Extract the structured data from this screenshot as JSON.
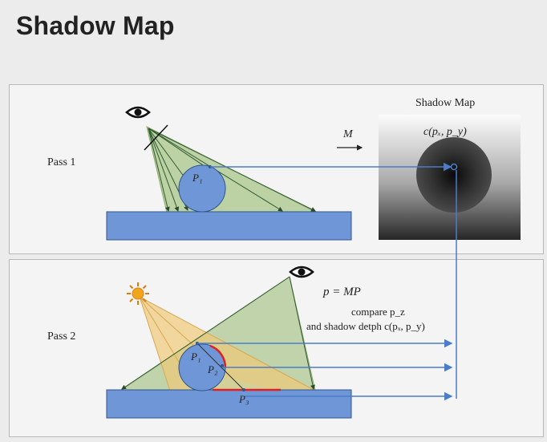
{
  "title": "Shadow Map",
  "pass1": {
    "label": "Pass 1",
    "point_label": "P₁",
    "arrow_label": "M"
  },
  "shadow_map": {
    "heading": "Shadow Map",
    "lookup_label": "c(pₓ, p_y)"
  },
  "pass2": {
    "label": "Pass 2",
    "equation": "p = MP",
    "compare_line1": "compare p_z",
    "compare_line2": "and shadow detph c(pₓ, p_y)",
    "points": [
      "P₁",
      "P₂",
      "P₃"
    ]
  },
  "colors": {
    "ground": "#6f96d6",
    "sphere": "#6f96d6",
    "camera_frustum": "#a9c58a",
    "light_frustum": "#f0c978",
    "ray_blue": "#4a7cc8",
    "shadow_red": "#e02020",
    "sun": "#f2a51a"
  }
}
